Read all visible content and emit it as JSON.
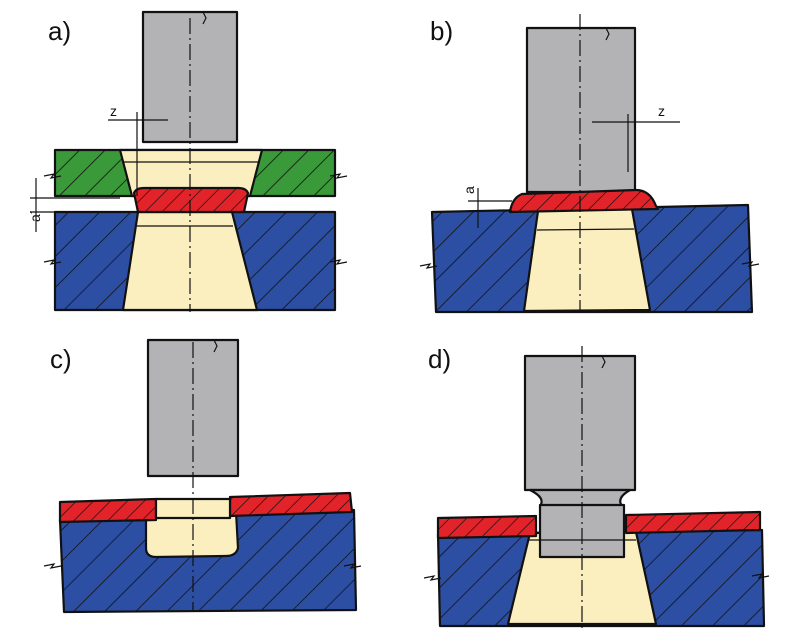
{
  "panels": {
    "a": {
      "label": "a)",
      "clearance_label": "z",
      "gap_label": "a´"
    },
    "b": {
      "label": "b)",
      "clearance_label": "z",
      "gap_label": "a"
    },
    "c": {
      "label": "c)"
    },
    "d": {
      "label": "d)"
    }
  },
  "colors": {
    "punch": "#b3b3b5",
    "die": "#2d4fa3",
    "stripper": "#3a9a3a",
    "workpiece": "#e2232a",
    "opening": "#fbefc0",
    "outline": "#111111",
    "background": "#ffffff"
  }
}
